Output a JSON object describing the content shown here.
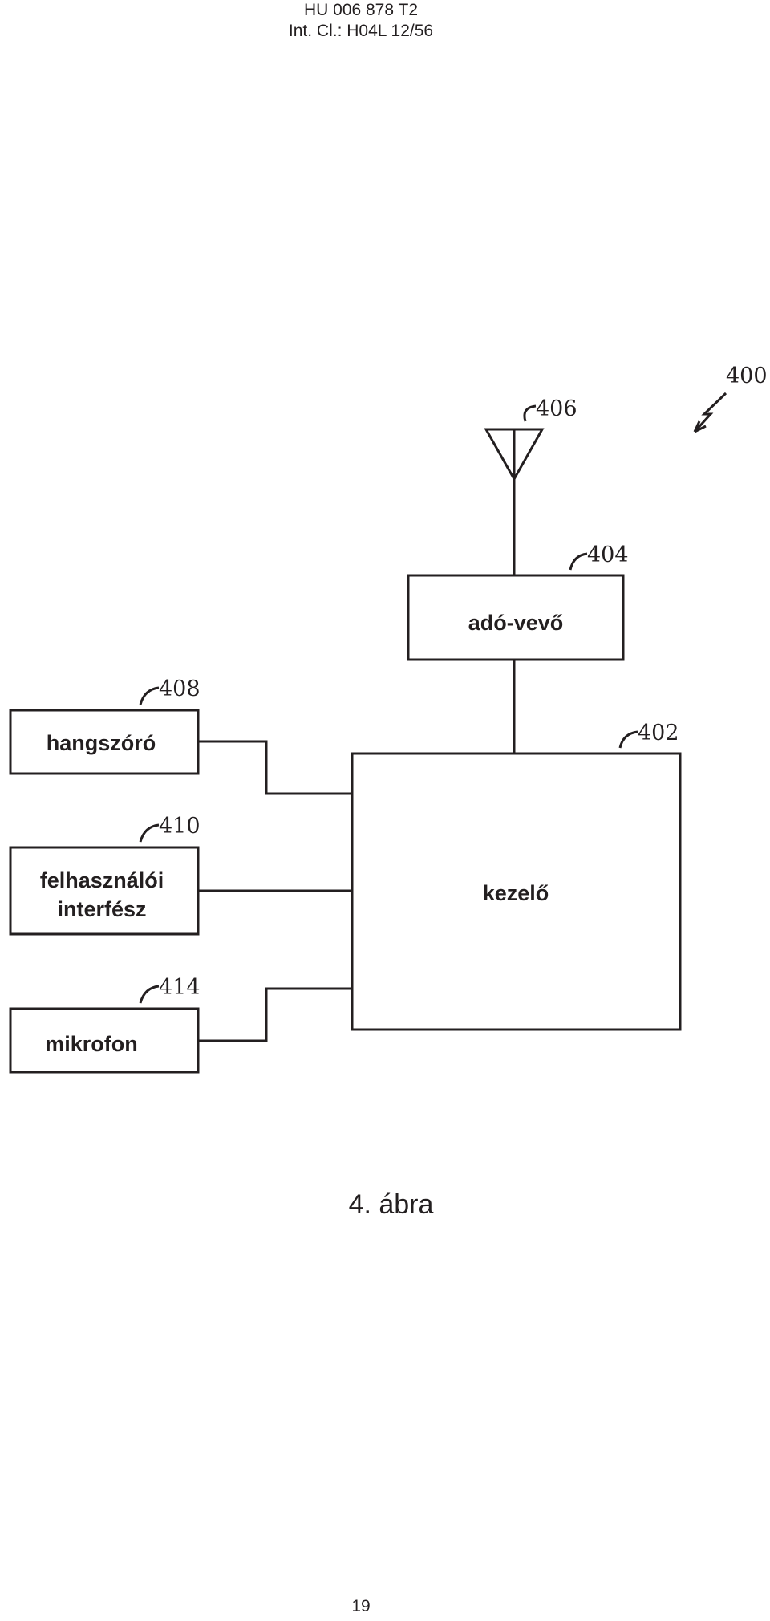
{
  "header": {
    "patent_number": "HU 006 878 T2",
    "classification": "Int. Cl.: H04L 12/56"
  },
  "diagram": {
    "system_ref": "400",
    "antenna": {
      "ref": "406"
    },
    "transceiver": {
      "label": "adó-vevő",
      "ref": "404"
    },
    "controller": {
      "label": "kezelő",
      "ref": "402"
    },
    "speaker": {
      "label": "hangszóró",
      "ref": "408"
    },
    "user_interface": {
      "label_line1": "felhasználói",
      "label_line2": "interfész",
      "ref": "410"
    },
    "microphone": {
      "label": "mikrofon",
      "ref": "414"
    }
  },
  "caption": "4. ábra",
  "page_number": "19",
  "colors": {
    "ink": "#231f20",
    "background": "#ffffff"
  }
}
